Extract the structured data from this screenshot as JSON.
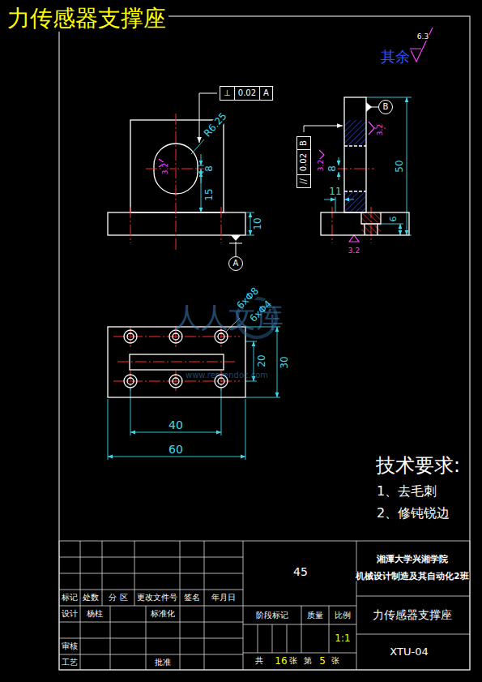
{
  "diagram": {
    "title": "力传感器支撑座",
    "nodes": [
      {
        "text": [
          "⊥",
          "0.02",
          "A"
        ]
      },
      {
        "text": [
          "A"
        ]
      },
      {
        "text": [
          "//",
          "0.02",
          "B"
        ]
      },
      {
        "text": [
          "B"
        ]
      }
    ],
    "labels": [
      "其余",
      "6.3",
      "R6.25",
      "3.2",
      "8",
      "15",
      "10",
      "3.2",
      "3.2",
      "8",
      "11",
      "50",
      "6",
      "3.2",
      "6xΦ8",
      "6xΦ4",
      "20",
      "30",
      "40",
      "60",
      "技术要求:",
      "1、去毛刺",
      "2、修钝锐边",
      "45",
      "湘潭大学兴湘学院",
      "机械设计制造及其自动化2班",
      "标记",
      "处数",
      "分 区",
      "更改文件号",
      "签名",
      "年月日",
      "设计",
      "杨柱",
      "标准化",
      "审核",
      "工艺",
      "批准",
      "阶段标记",
      "质量",
      "比例",
      "1:1",
      "共",
      "16",
      "张",
      "第",
      "5",
      "张",
      "力传感器支撑座",
      "XTU-04",
      "人人文库",
      "www.renrendoc.com"
    ]
  }
}
